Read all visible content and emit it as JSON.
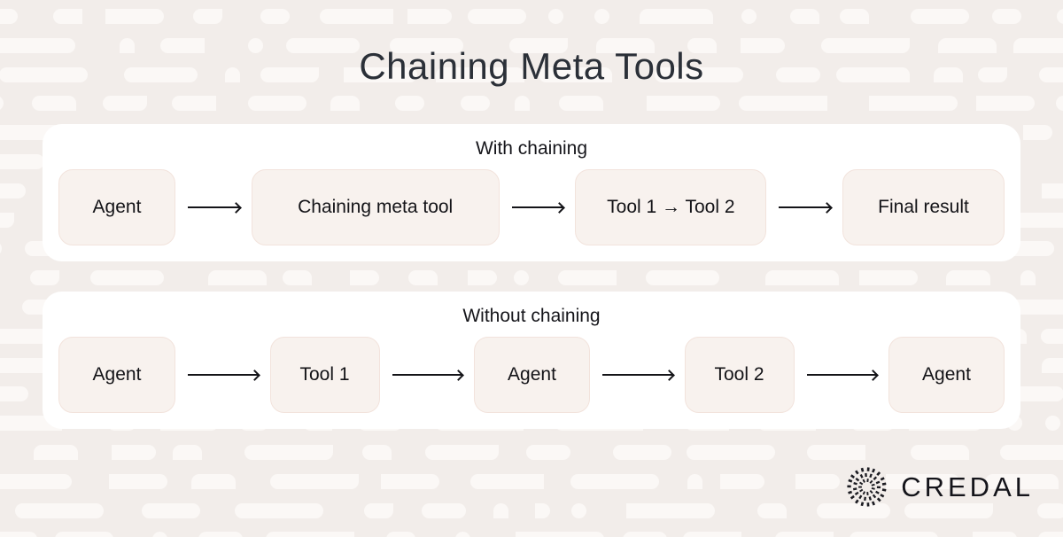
{
  "title": "Chaining Meta Tools",
  "diagram": {
    "rows": [
      {
        "heading": "With chaining",
        "nodes": [
          "Agent",
          "Chaining meta tool",
          "Tool 1 → Tool 2",
          "Final result"
        ]
      },
      {
        "heading": "Without chaining",
        "nodes": [
          "Agent",
          "Tool 1",
          "Agent",
          "Tool 2",
          "Agent"
        ]
      }
    ]
  },
  "footer": {
    "brand": "CREDAL",
    "logo_icon": "radial-dash-burst"
  },
  "colors": {
    "background": "#f2edea",
    "pattern_shape": "#fbf8f6",
    "card": "#ffffff",
    "node_fill": "#f8f2ee",
    "node_border": "#f2e3dc",
    "arrow": "#141418",
    "text": "#15151a",
    "title": "#2b3038"
  }
}
